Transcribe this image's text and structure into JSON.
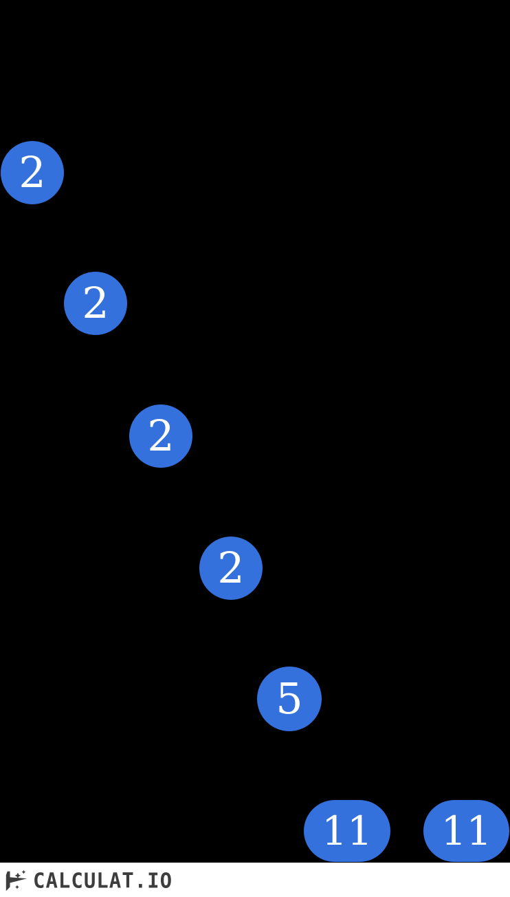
{
  "diagram": {
    "type": "factor-tree",
    "background_color": "#000000",
    "node_fill_color": "#3571dc",
    "node_text_color": "#ffffff",
    "nodes": [
      {
        "id": "f1",
        "label": "2",
        "shape": "circle"
      },
      {
        "id": "f2",
        "label": "2",
        "shape": "circle"
      },
      {
        "id": "f3",
        "label": "2",
        "shape": "circle"
      },
      {
        "id": "f4",
        "label": "2",
        "shape": "circle"
      },
      {
        "id": "f5",
        "label": "5",
        "shape": "circle"
      },
      {
        "id": "f6",
        "label": "11",
        "shape": "pill"
      },
      {
        "id": "f7",
        "label": "11",
        "shape": "pill"
      }
    ]
  },
  "footer": {
    "background_color": "#ffffff",
    "logo_text": "CALCULAT.IO",
    "logo_text_color": "#3d3d3d",
    "logo_icon": "rocket-icon"
  }
}
